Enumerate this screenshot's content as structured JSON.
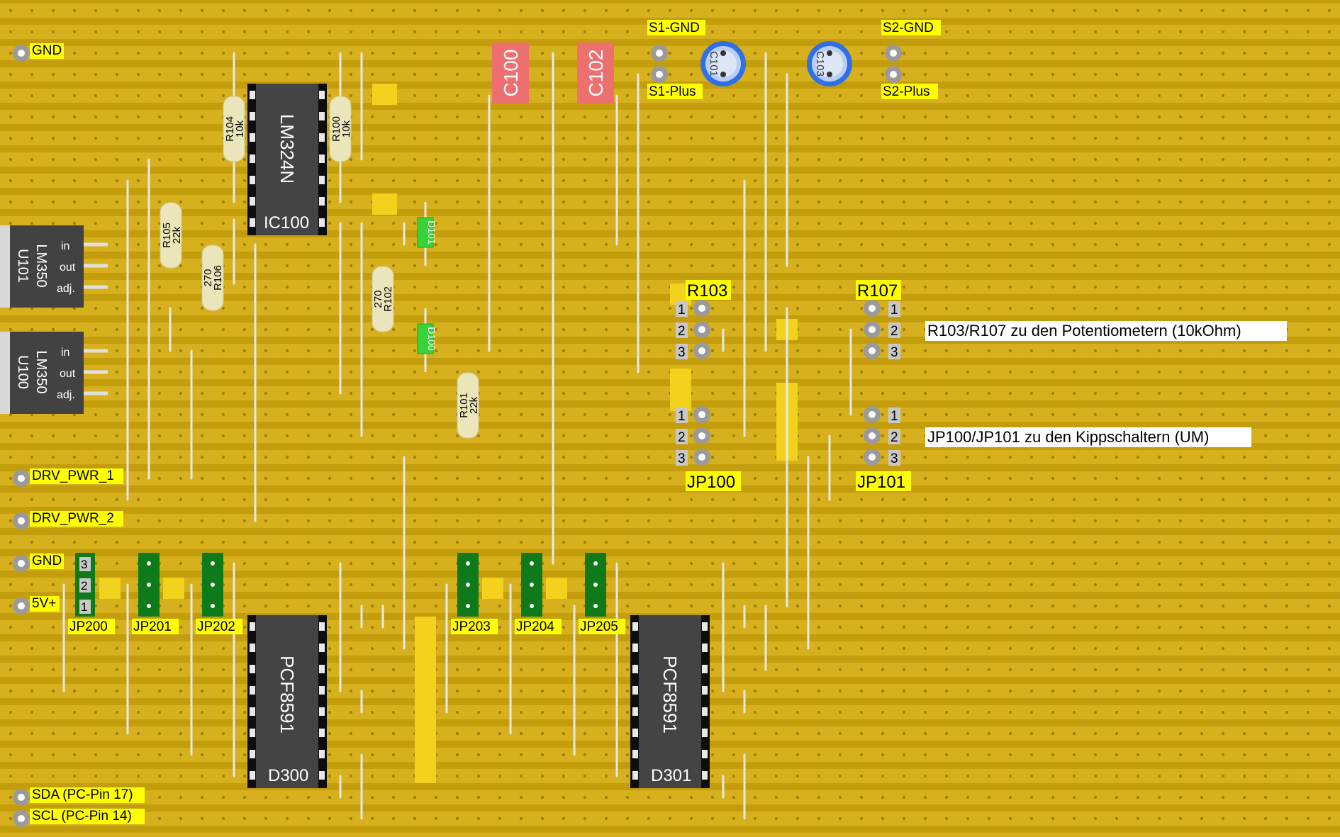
{
  "colors": {
    "board": "#c9a30f",
    "strip": "#d8b21f",
    "hole": "#9c7c0a",
    "label_bg": "#ffff00",
    "chip": "#3f3f3f",
    "capacitor": "#ee6f6f",
    "resistor": "#e9e3b8",
    "jumper": "#0f7a19",
    "led": "#3bd13b",
    "trimmer": "#2f6fe8",
    "wire": "#e6e6e6"
  },
  "power": {
    "gnd_top": "GND",
    "drv_pwr_1": "DRV_PWR_1",
    "drv_pwr_2": "DRV_PWR_2",
    "gnd_bottom": "GND",
    "v5": "5V+",
    "sda": "SDA (PC-Pin 17)",
    "scl": "SCL (PC-Pin 14)"
  },
  "regulators": [
    {
      "part": "LM350",
      "ref": "U101",
      "pins": [
        "in",
        "out",
        "adj."
      ]
    },
    {
      "part": "LM350",
      "ref": "U100",
      "pins": [
        "in",
        "out",
        "adj."
      ]
    }
  ],
  "ics": {
    "ic100": {
      "part": "LM324N",
      "ref": "IC100"
    },
    "d300": {
      "part": "PCF8591",
      "ref": "D300"
    },
    "d301": {
      "part": "PCF8591",
      "ref": "D301"
    }
  },
  "resistors": {
    "r104": {
      "ref": "R104",
      "value": "10k"
    },
    "r100": {
      "ref": "R100",
      "value": "10k"
    },
    "r105": {
      "ref": "R105",
      "value": "22k"
    },
    "r106": {
      "ref": "R106",
      "value": "270"
    },
    "r102": {
      "ref": "R102",
      "value": "270"
    },
    "r101": {
      "ref": "R101",
      "value": "22k"
    }
  },
  "leds": {
    "d101": "D101",
    "d100": "D100"
  },
  "capacitors": {
    "c100": "C100",
    "c102": "C102",
    "c101": "C101",
    "c103": "C103"
  },
  "connectors": {
    "s1_gnd": "S1-GND",
    "s1_plus": "S1-Plus",
    "s2_gnd": "S2-GND",
    "s2_plus": "S2-Plus"
  },
  "headers": {
    "r103": "R103",
    "r107": "R107",
    "jp100": "JP100",
    "jp101": "JP101",
    "pin_numbers": [
      "1",
      "2",
      "3"
    ]
  },
  "notes": {
    "pots": "R103/R107 zu den Potentiometern (10kOhm)",
    "switches": "JP100/JP101 zu den Kippschaltern (UM)"
  },
  "jumpers": {
    "jp200": "JP200",
    "jp201": "JP201",
    "jp202": "JP202",
    "jp203": "JP203",
    "jp204": "JP204",
    "jp205": "JP205",
    "jp200_pins": [
      "3",
      "2",
      "1"
    ]
  }
}
